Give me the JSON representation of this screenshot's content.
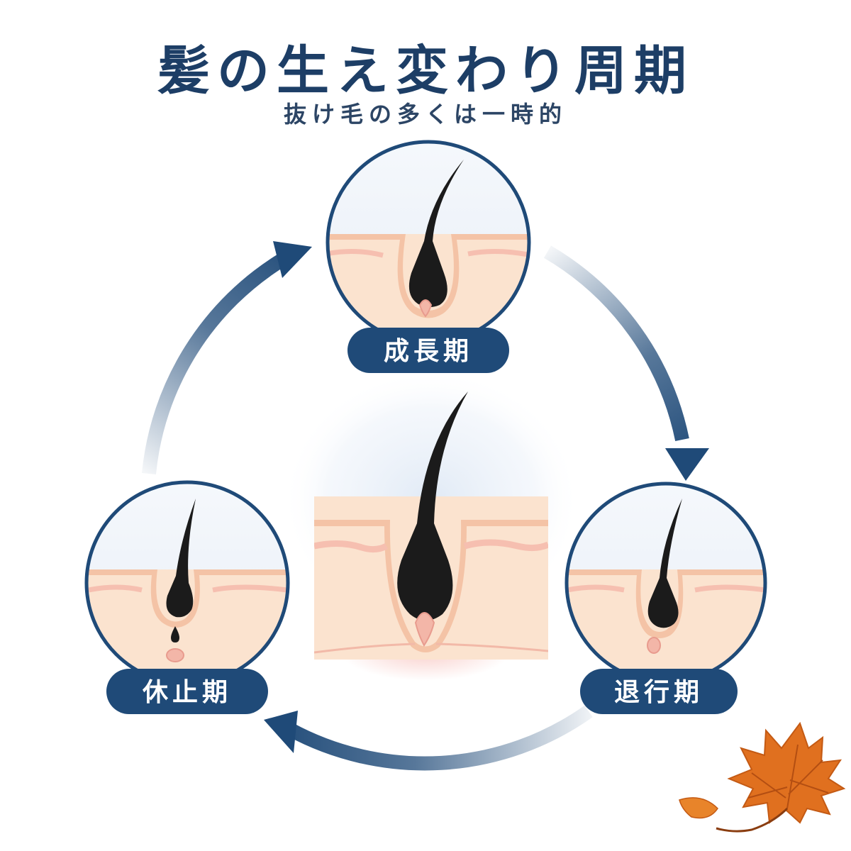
{
  "title": "髪の生え変わり周期",
  "subtitle": "抜け毛の多くは一時的",
  "phases": [
    {
      "id": "anagen",
      "label": "成長期"
    },
    {
      "id": "catagen",
      "label": "退行期"
    },
    {
      "id": "telogen",
      "label": "休止期"
    }
  ],
  "colors": {
    "navy": "#1f4a78",
    "skin": "#fbe3cf",
    "skin_edge": "#f2b9a8",
    "hair": "#1b1b1b",
    "leaf": "#e0701f"
  },
  "icons": [
    "anagen-follicle-icon",
    "catagen-follicle-icon",
    "telogen-follicle-icon",
    "maple-leaf-icon"
  ]
}
